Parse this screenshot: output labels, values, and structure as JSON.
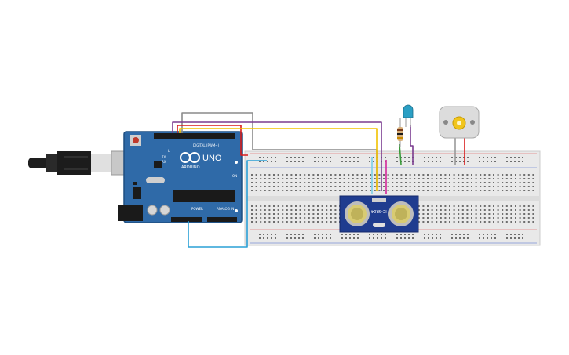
{
  "colors": {
    "board": "#2f6aa8",
    "board_edge": "#1f4e80",
    "breadboard": "#e9e9e9",
    "wire_red": "#d81b1b",
    "wire_gray": "#8a8a8a",
    "wire_purple": "#7a3b8f",
    "wire_yellow": "#f2c200",
    "wire_blue": "#2aa0d6",
    "wire_magenta": "#d4269a",
    "wire_green": "#3a9a3a",
    "sensor": "#1f3c8f",
    "motor_gear": "#f1c51c"
  },
  "arduino": {
    "model": "UNO",
    "brand": "ARDUINO",
    "digital_header": "DIGITAL (PWM~)",
    "power_header": "POWER",
    "analog_header": "ANALOG IN",
    "tx_label": "TX",
    "rx_label": "RX",
    "on_label": "ON",
    "l_label": "L"
  },
  "sensor": {
    "label": "HC-SR04"
  }
}
